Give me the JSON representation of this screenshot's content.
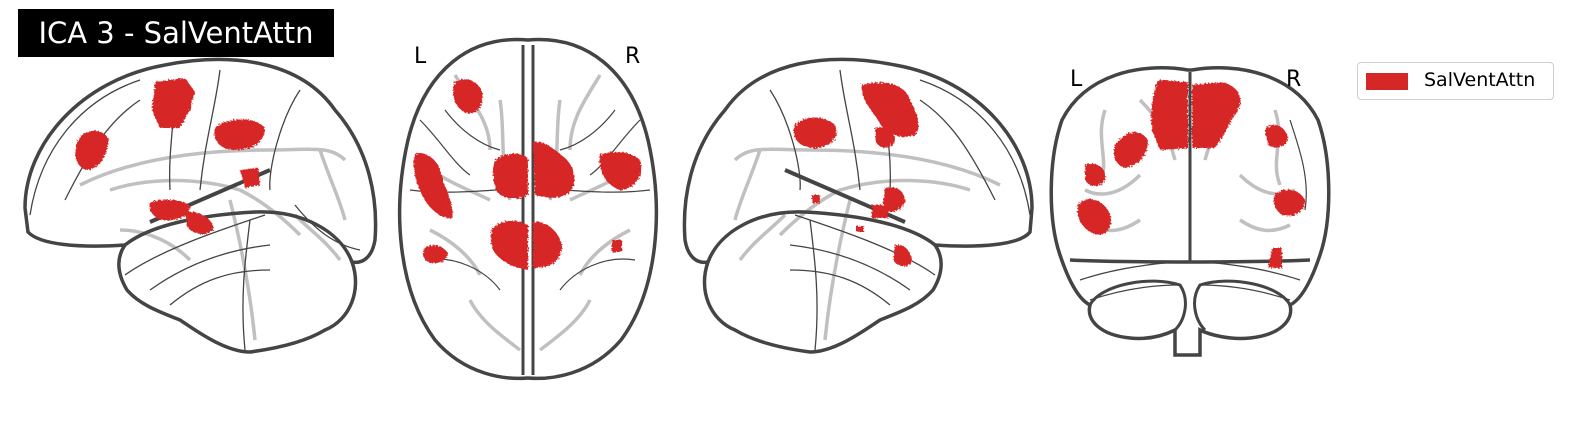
{
  "figure": {
    "title": "ICA 3 - SalVentAttn",
    "accent_color": "#d62728",
    "outline_color": "#444444",
    "sulci_color": "#bdbdbd"
  },
  "views": [
    {
      "name": "sagittal-left",
      "left_label": "",
      "right_label": ""
    },
    {
      "name": "axial",
      "left_label": "L",
      "right_label": "R"
    },
    {
      "name": "sagittal-right",
      "left_label": "",
      "right_label": ""
    },
    {
      "name": "coronal",
      "left_label": "L",
      "right_label": "R"
    }
  ],
  "legend": {
    "items": [
      {
        "label": "SalVentAttn",
        "color": "#d62728"
      }
    ]
  }
}
